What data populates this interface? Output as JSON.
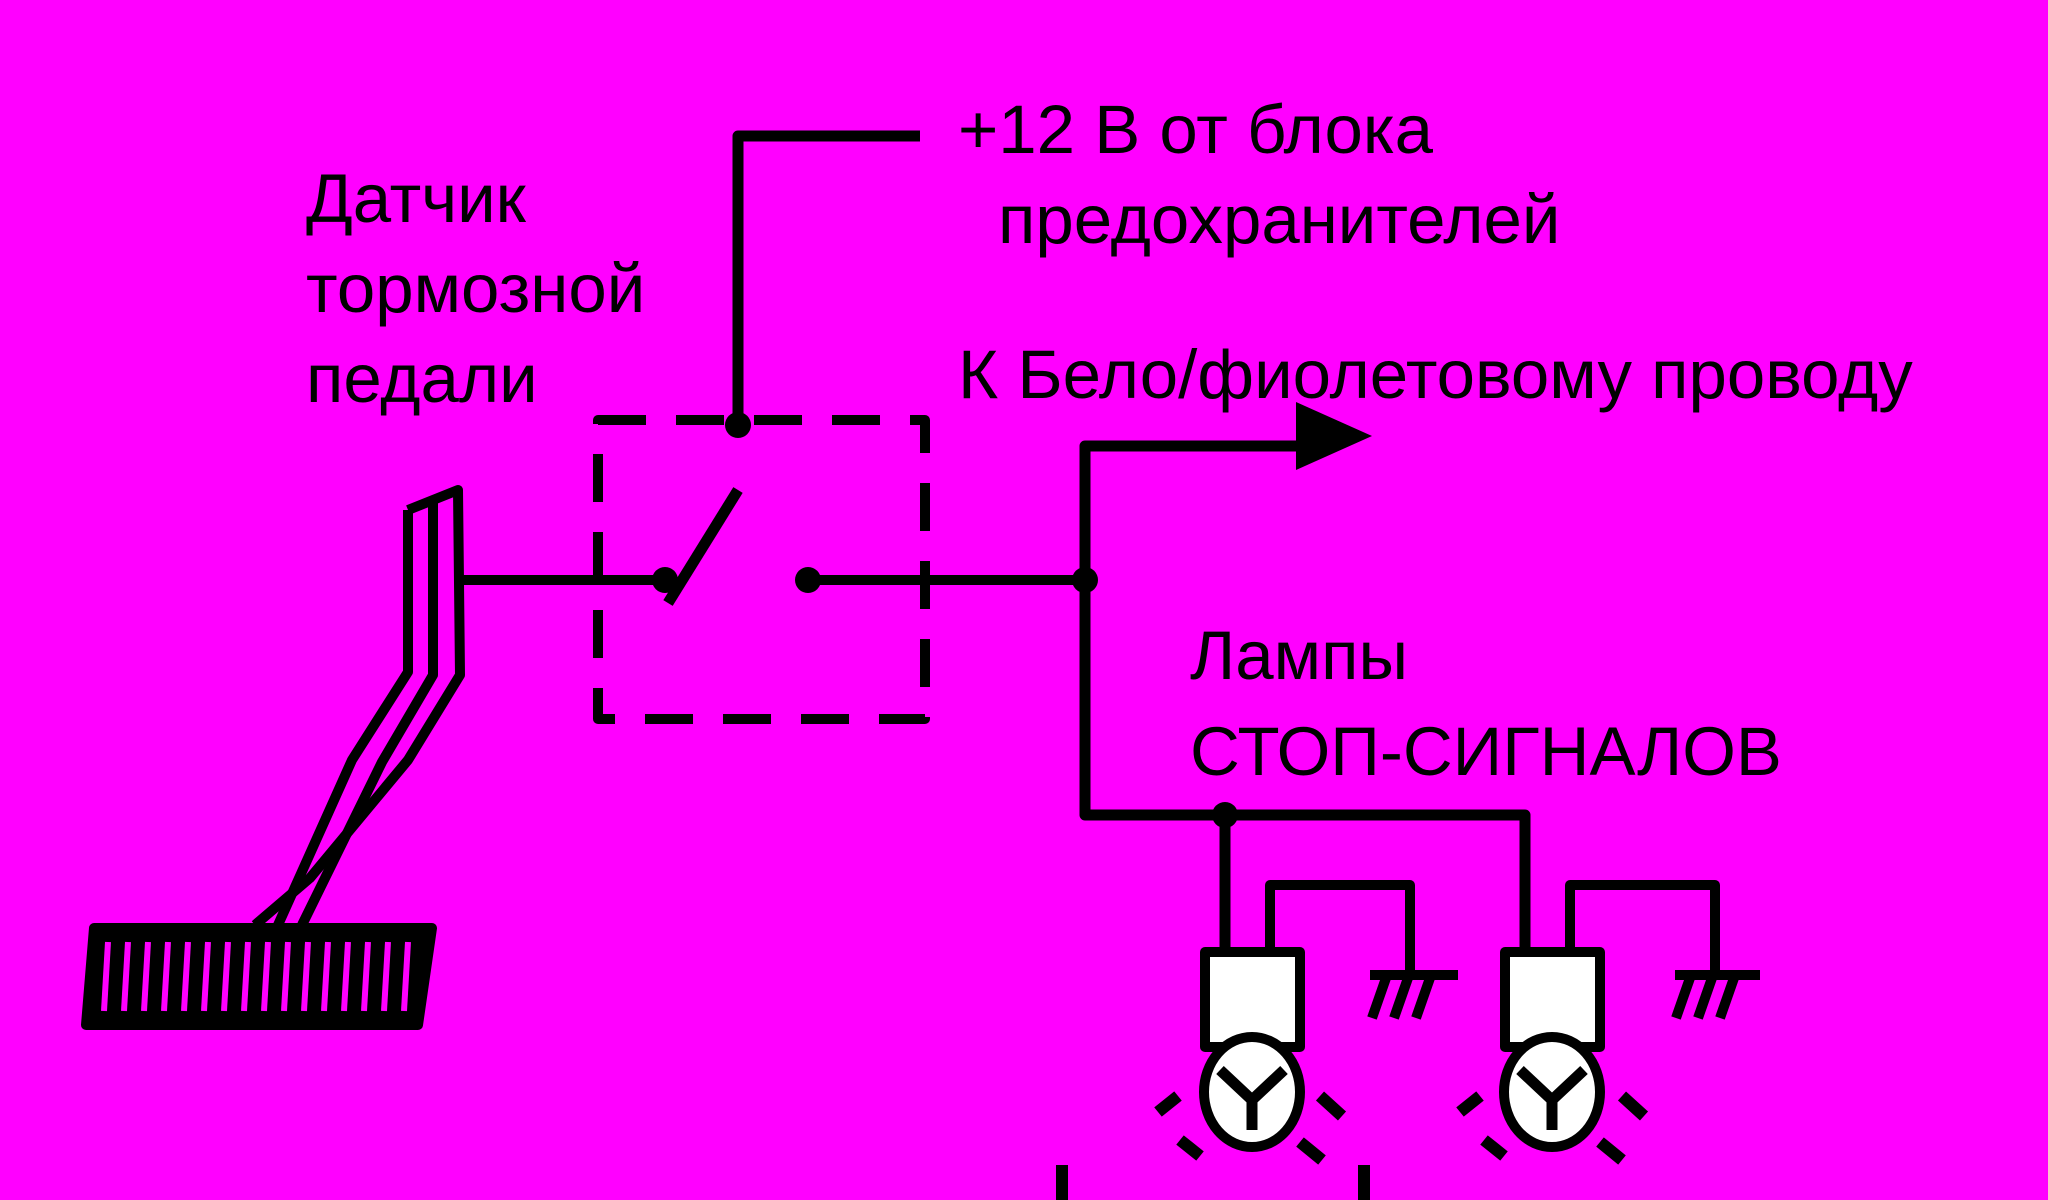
{
  "labels": {
    "sensor": [
      "Датчик",
      "тормозной",
      "педали"
    ],
    "power": [
      "+12 В от блока",
      "предохранителей"
    ],
    "wire": "К Бело/фиолетовому проводу",
    "lamps": [
      "Лампы",
      "СТОП-СИГНАЛОВ"
    ]
  },
  "colors": {
    "background": "#ff00ff",
    "line": "#000000",
    "lamp_fill": "#ffffff"
  },
  "icons": [
    "brake-pedal-icon",
    "switch-icon",
    "arrow-icon",
    "lamp-icon",
    "ground-icon"
  ]
}
